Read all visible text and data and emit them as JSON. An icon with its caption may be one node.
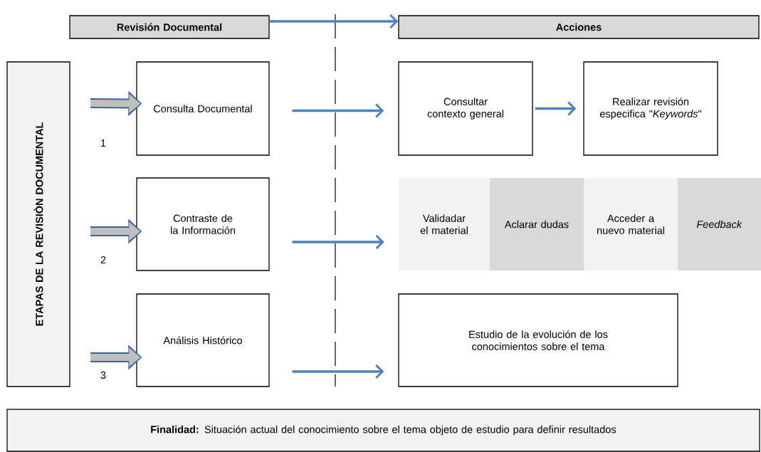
{
  "diagram": {
    "nodes": [
      {
        "text": [
          "Revisión Documental"
        ]
      },
      {
        "text": [
          "Acciones"
        ]
      },
      {
        "text": [
          "ETAPAS DE LA REVISIÒN DOCUMENTAL"
        ]
      },
      {
        "text": [
          "Consulta Documental"
        ]
      },
      {
        "text": [
          "Consultar contexto general"
        ]
      },
      {
        "text": [
          "Realizar revisión especifica \"*Keywords*\""
        ]
      },
      {
        "text": [
          "Contraste de la Información"
        ]
      },
      {
        "text": [
          "Validadar el material"
        ]
      },
      {
        "text": [
          "Aclarar dudas"
        ]
      },
      {
        "text": [
          "Acceder a nuevo material"
        ]
      },
      {
        "text": [
          "*Feedback*"
        ]
      },
      {
        "text": [
          "Análisis Histórico"
        ]
      },
      {
        "text": [
          "Estudio de la evolución de los conocimientos sobre el tema"
        ]
      },
      {
        "text": [
          "**Finalidad:** Situación actual del conocimiento sobre el tema objeto de estudio para definir resultados"
        ]
      }
    ],
    "edges": [
      {
        "from": 0,
        "to": 1,
        "arrow": "to"
      },
      {
        "from": 3,
        "to": 4,
        "arrow": "to"
      },
      {
        "from": 4,
        "to": 5,
        "arrow": "to"
      },
      {
        "from": 6,
        "to": 7,
        "arrow": "to"
      },
      {
        "from": 11,
        "to": 12,
        "arrow": "to"
      },
      {
        "from": null,
        "to": 3,
        "arrow": "to",
        "style": "thick",
        "color": "#bfbfbf"
      },
      {
        "from": null,
        "to": 6,
        "arrow": "to",
        "style": "thick",
        "color": "#bfbfbf"
      },
      {
        "from": null,
        "to": 11,
        "arrow": "to",
        "style": "thick",
        "color": "#bfbfbf"
      }
    ],
    "labels": [
      "1",
      "2",
      "3"
    ]
  }
}
